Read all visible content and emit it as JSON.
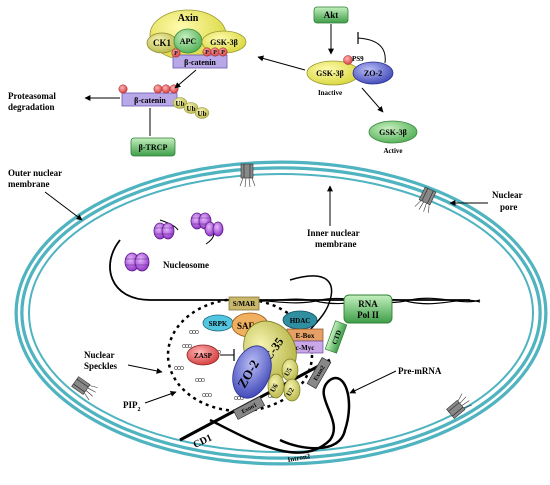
{
  "cytoplasm": {
    "destruction_complex": {
      "axin": "Axin",
      "ck1": "CK1",
      "apc": "APC",
      "gsk3b": "GSK-3β",
      "beta_catenin": "β-catenin",
      "p": "P"
    },
    "proteasome": {
      "label_line1": "Proteasomal",
      "label_line2": "degradation",
      "beta_catenin": "β-catenin",
      "ub": "Ub",
      "btrcp": "β-TRCP"
    },
    "akt_pathway": {
      "akt": "Akt",
      "ps9": "PS9",
      "gsk3b_inactive": "GSK-3β",
      "zo2": "ZO-2",
      "inactive_label": "Inactive",
      "gsk3b_active": "GSK-3β",
      "active_label": "Active"
    }
  },
  "nucleus": {
    "outer_membrane_line1": "Outer nuclear",
    "outer_membrane_line2": "membrane",
    "inner_membrane_line1": "Inner nuclear",
    "inner_membrane_line2": "membrane",
    "nuclear_pore_line1": "Nuclear",
    "nuclear_pore_line2": "pore",
    "nucleosome": "Nucleosome",
    "speckles_line1": "Nuclear",
    "speckles_line2": "Speckles",
    "pip2": "PIP",
    "pip2_sub": "2",
    "pre_mrna": "Pre-mRNA",
    "cd1": "CD1",
    "intron2": "Intron2",
    "exon1": "Exon1",
    "exon2": "Exon2",
    "smar": "S/MAR",
    "srpk": "SRPK",
    "saf_b": "SAF-B",
    "hdac": "HDAC",
    "ebox": "E-Box",
    "cmyc": "c-Myc",
    "sc35": "SC-35",
    "zo2": "ZO-2",
    "zasp": "ZASP",
    "u6": "U6",
    "u5": "U5",
    "u2": "U2",
    "ctd": "CTD",
    "rna_pol_line1": "RNA",
    "rna_pol_line2": "Pol II"
  },
  "colors": {
    "membrane": "#4FB3C0",
    "axin": "#E6E45A",
    "apc": "#6CC06C",
    "beta_catenin": "#B9A8E8",
    "phospho": "#E34B4B",
    "ub": "#F2F06A",
    "green_box": "#5DBE63",
    "sc35": "#C9C95A",
    "zo2_nuc": "#5A63C8",
    "hdac": "#2F8FA0",
    "cmyc": "#C9A7E8",
    "ebox": "#E6A066",
    "srpk": "#52C6E0",
    "saf_b": "#F0B060",
    "smar": "#C9B86A",
    "zasp": "#E05050",
    "nucleosome": "#A23FD6"
  }
}
